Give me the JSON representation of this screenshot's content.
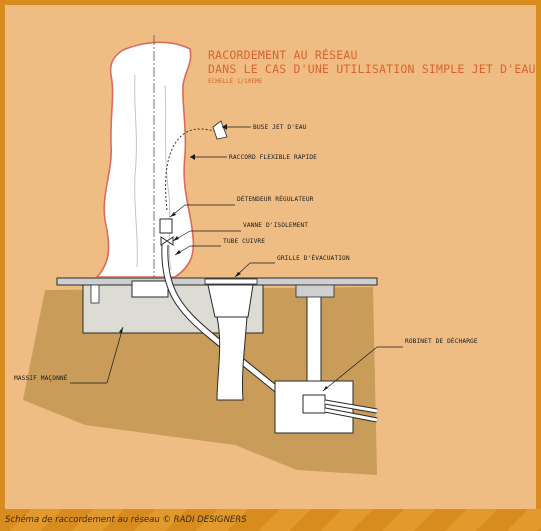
{
  "title_line1": "RACORDEMENT AU RÉSEAU",
  "title_line2": "DANS LE CAS D'UNE UTILISATION SIMPLE JET D'EAU",
  "scale": "ECHELLE 1/10EME",
  "labels": {
    "buse": "BUSE JET D'EAU",
    "raccord": "RACCORD FLEXIBLE RAPIDE",
    "detendeur": "DÉTENDEUR RÉGULATEUR",
    "vanne": "VANNE D'ISOLEMENT",
    "tube": "TUBE CUIVRE",
    "grille": "GRILLE D'ÉVACUATION",
    "robinet": "ROBINET DE DÉCHARGE",
    "massif": "MASSIF MAÇONNÉ"
  },
  "caption": "Schéma de raccordement au réseau © RADI DESIGNERS",
  "colors": {
    "frame": "#d88c1e",
    "background": "#efbd83",
    "title": "#d9632e",
    "ground": "#c99c59",
    "concrete": "#dcdcd4"
  }
}
